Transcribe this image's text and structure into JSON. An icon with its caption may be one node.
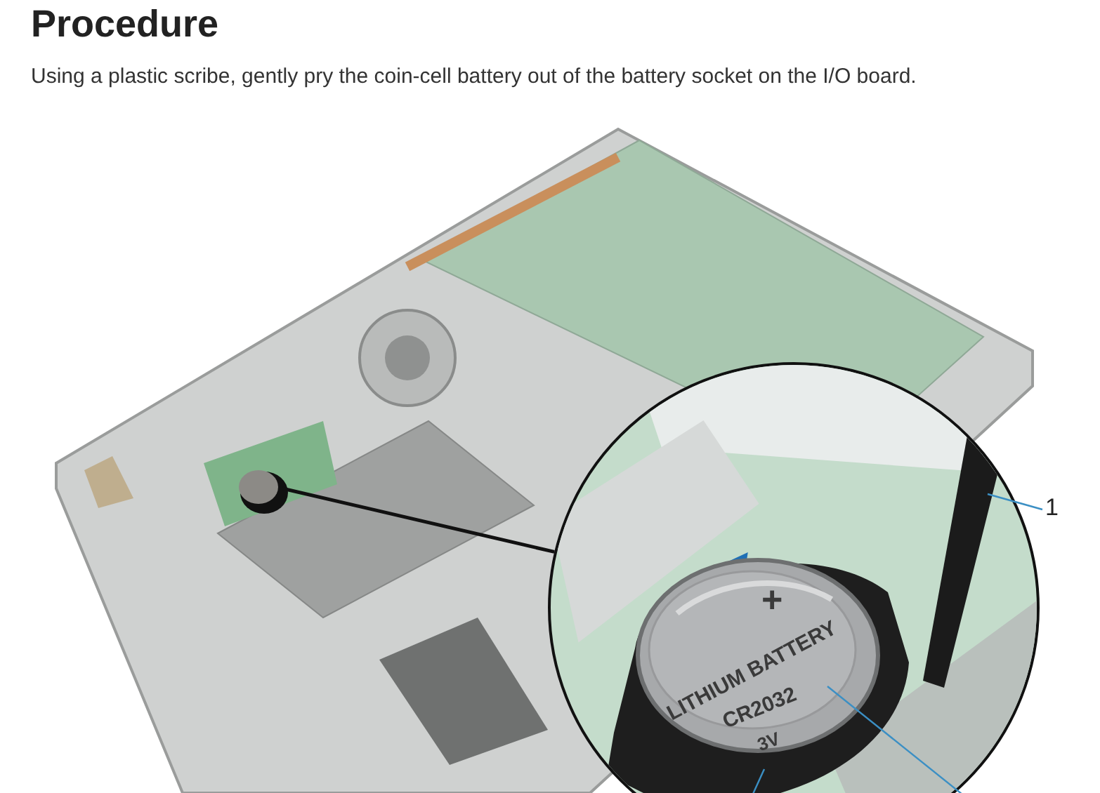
{
  "diagram": {
    "title": "Procedure",
    "caption": "Using a plastic scribe, gently pry the coin-cell battery out of the battery socket on the I/O board.",
    "nodes": [
      {
        "text": [
          "1"
        ]
      },
      {
        "text": [],
        "shape": "circle"
      },
      {
        "text": [],
        "shape": "picture",
        "in": 1
      },
      {
        "text": [],
        "shape": "picture",
        "in": 4
      },
      {
        "text": [],
        "shape": "picture",
        "in": 1
      },
      {
        "text": [],
        "shape": "picture"
      }
    ],
    "edges": [
      {
        "from": 0,
        "to": 2,
        "arrow": "none"
      },
      {
        "from": 3,
        "to": null,
        "arrow": "none"
      },
      {
        "from": 4,
        "to": null,
        "arrow": "none"
      },
      {
        "from": 5,
        "to": 1,
        "arrow": "none",
        "color": "#111111"
      }
    ],
    "labels": [
      "+",
      "LITHIUM BATTERY",
      "CR2032",
      "3V"
    ]
  }
}
